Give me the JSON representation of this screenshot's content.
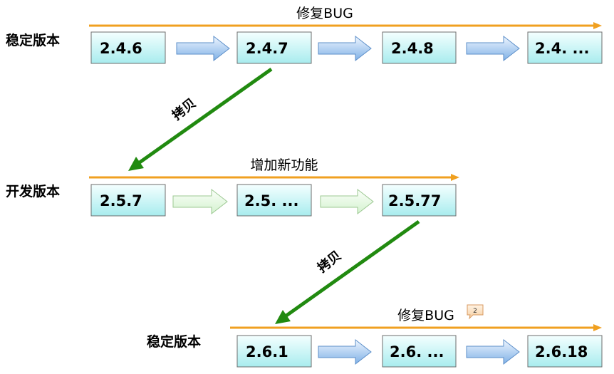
{
  "rows": [
    {
      "label": "稳定版本",
      "track_label": "修复BUG",
      "versions": [
        "2.4.6",
        "2.4.7",
        "2.4.8",
        "2.4. ..."
      ]
    },
    {
      "label": "开发版本",
      "track_label": "增加新功能",
      "versions": [
        "2.5.7",
        "2.5. ...",
        "2.5.77"
      ]
    },
    {
      "label": "稳定版本",
      "track_label": "修复BUG",
      "versions": [
        "2.6.1",
        "2.6. ...",
        "2.6.18"
      ]
    }
  ],
  "copy_arrows": [
    {
      "label": "拷贝"
    },
    {
      "label": "拷贝"
    }
  ],
  "comment_marker": "2",
  "colors": {
    "track": "#f0a020",
    "copy_arrow": "#218a10",
    "box_fill_top": "#f4ffff",
    "box_fill_bottom": "#a8ecee",
    "box_border": "#6e6e6e",
    "blue_arrow": "#9cc4ee",
    "green_arrow": "#e2f8e0"
  }
}
